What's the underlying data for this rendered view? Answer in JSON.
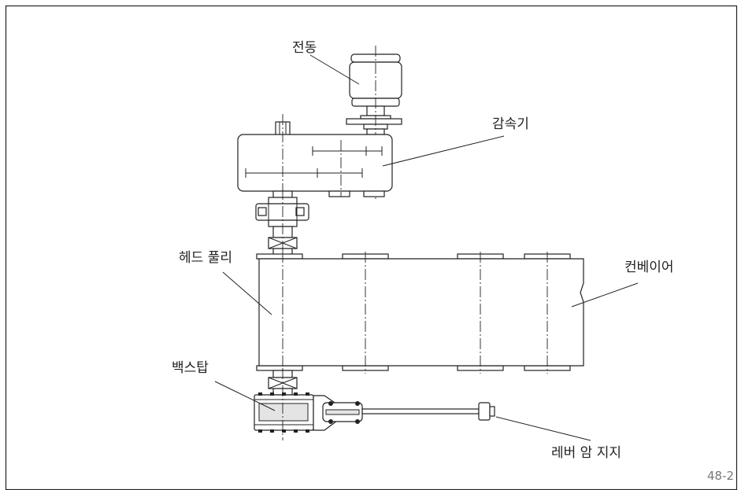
{
  "labels": {
    "motor": "전동",
    "reducer": "감속기",
    "head_pulley": "헤드 풀리",
    "conveyor": "컨베이어",
    "backstop": "백스탑",
    "lever_arm_support": "레버 암 지지"
  },
  "figure_number": "48-2"
}
